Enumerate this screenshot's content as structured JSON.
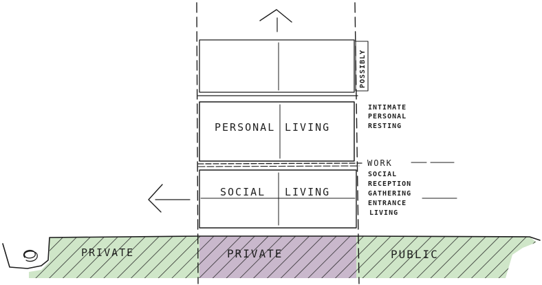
{
  "colors": {
    "ground_green": "#cfe6c8",
    "private_purple": "#c9b8cc",
    "future_pink": "#f9dfe0",
    "personal_red": "#f28289",
    "social_purple": "#d5c6d3",
    "ink": "#1c1c1c"
  },
  "blocks": {
    "possibly_label": "POSSIBLY",
    "personal_label_left": "PERSONAL",
    "personal_label_right": "LIVING",
    "social_label_left": "SOCIAL",
    "social_label_right": "LIVING"
  },
  "notes": {
    "personal": [
      "INTIMATE",
      "PERSONAL",
      "RESTING"
    ],
    "work": "WORK",
    "social": [
      "SOCIAL",
      "RECEPTION",
      "GATHERING",
      "ENTRANCE",
      "LIVING"
    ]
  },
  "ground": {
    "private_left": "PRIVATE",
    "private_center": "PRIVATE",
    "public_right": "PUBLIC"
  },
  "icons": {
    "up_arrow": "chevron-up-icon",
    "left_arrow": "chevron-left-icon",
    "swirl": "swirl-icon"
  }
}
